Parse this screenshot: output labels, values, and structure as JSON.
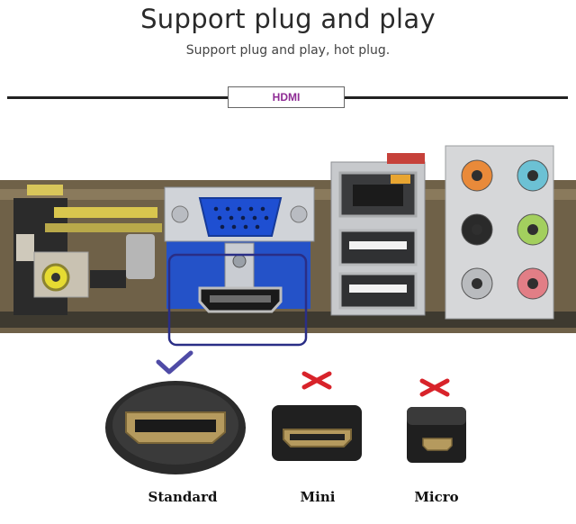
{
  "header": {
    "title": "Support plug and play",
    "subtitle": "Support plug and play, hot plug."
  },
  "badge": {
    "text": "HDMI"
  },
  "connectors": [
    {
      "label": "Standard",
      "status": "supported",
      "mark_icon": "check-icon"
    },
    {
      "label": "Mini",
      "status": "not-supported",
      "mark_icon": "cross-icon"
    },
    {
      "label": "Micro",
      "status": "not-supported",
      "mark_icon": "cross-icon"
    }
  ],
  "colors": {
    "badge_text": "#8e2b94",
    "check": "#4f4ba6",
    "cross": "#d8232a",
    "highlight": "#2a2e86",
    "pcb": "#6f6148"
  }
}
